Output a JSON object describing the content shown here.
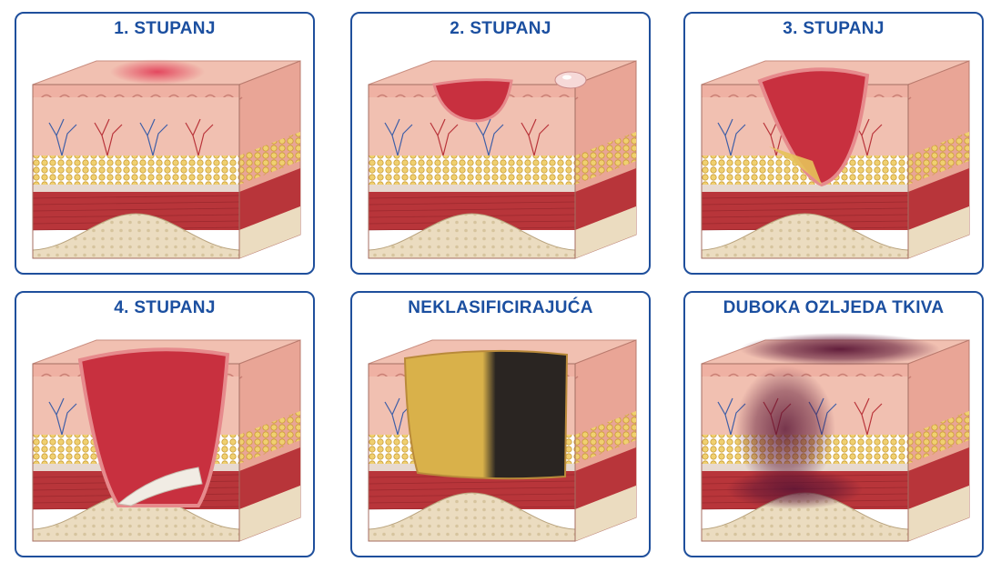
{
  "colors": {
    "frame": "#1f4f9c",
    "title": "#1b4fa0",
    "epidermis": "#efb1a3",
    "dermis": "#f1c0b1",
    "fat": "#e6c25a",
    "muscle": "#b8353a",
    "bone": "#ebdcc0",
    "wound": "#c8303f",
    "slough": "#d9b14a",
    "eschar": "#2a2522",
    "bruise": "#5a1535",
    "tendon": "#f1ece4",
    "blister": "#f6d9d8",
    "vessel_blue": "#3f5fa7",
    "vessel_red": "#b9343a"
  },
  "panels": [
    {
      "title": "1. STUPANJ",
      "lesion": "redness"
    },
    {
      "title": "2. STUPANJ",
      "lesion": "shallow-ulcer-blister"
    },
    {
      "title": "3. STUPANJ",
      "lesion": "deep-ulcer-to-fat"
    },
    {
      "title": "4. STUPANJ",
      "lesion": "ulcer-to-muscle-tendon"
    },
    {
      "title": "NEKLASIFICIRAJUĆA",
      "lesion": "slough-eschar"
    },
    {
      "title": "DUBOKA OZLJEDA TKIVA",
      "lesion": "deep-tissue-bruise"
    }
  ]
}
